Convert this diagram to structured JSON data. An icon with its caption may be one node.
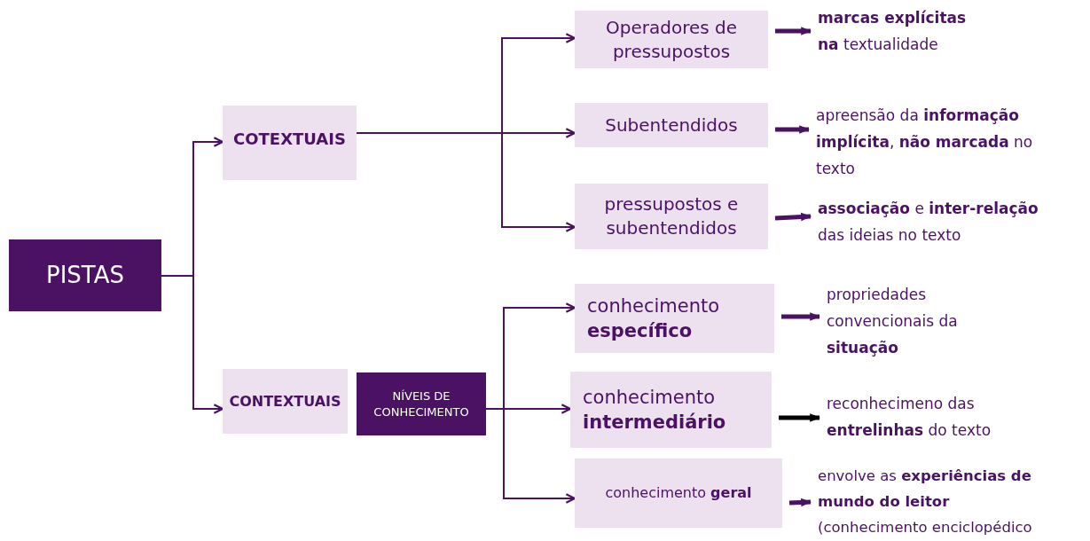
{
  "diagram": {
    "nodes": [
      {
        "text": [
          "PISTAS"
        ]
      },
      {
        "text": [
          "COTEXTUAIS"
        ]
      },
      {
        "text": [
          "CONTEXTUAIS"
        ]
      },
      {
        "text": [
          "NÍVEIS DE CONHECIMENTO"
        ]
      },
      {
        "text": [
          "Operadores de pressupostos"
        ]
      },
      {
        "text": [
          "Subentendidos"
        ]
      },
      {
        "text": [
          "pressupostos e subentendidos"
        ]
      },
      {
        "text": [
          "conhecimento **específico**"
        ]
      },
      {
        "text": [
          "conhecimento **intermediário**"
        ]
      },
      {
        "text": [
          "conhecimento **geral**"
        ]
      },
      {
        "text": [
          "**marcas explícitas na** textualidade"
        ]
      },
      {
        "text": [
          "apreensão da **informação implícita**, **não marcada** no texto"
        ]
      },
      {
        "text": [
          "**associação** e **inter-relação** das ideias no texto"
        ]
      },
      {
        "text": [
          "propriedades convencionais da **situação**"
        ]
      },
      {
        "text": [
          "reconhecimeno das **entrelinhas** do texto"
        ]
      },
      {
        "text": [
          "envolve as **experiências de mundo do leitor** (conhecimento enciclopédico"
        ]
      }
    ],
    "edges": [
      {
        "from": 0,
        "to": 1,
        "arrow": "to"
      },
      {
        "from": 0,
        "to": 2,
        "arrow": "to"
      },
      {
        "from": 1,
        "to": 4,
        "arrow": "to"
      },
      {
        "from": 1,
        "to": 5,
        "arrow": "to"
      },
      {
        "from": 1,
        "to": 6,
        "arrow": "to"
      },
      {
        "from": 3,
        "to": 7,
        "arrow": "to"
      },
      {
        "from": 3,
        "to": 8,
        "arrow": "to"
      },
      {
        "from": 3,
        "to": 9,
        "arrow": "to"
      },
      {
        "from": 4,
        "to": 10,
        "arrow": "to",
        "style": "thick"
      },
      {
        "from": 5,
        "to": 11,
        "arrow": "to",
        "style": "thick"
      },
      {
        "from": 6,
        "to": 12,
        "arrow": "to",
        "style": "thick"
      },
      {
        "from": 7,
        "to": 13,
        "arrow": "to",
        "style": "thick"
      },
      {
        "from": 8,
        "to": 14,
        "arrow": "to",
        "style": "thick",
        "color": "#000000"
      },
      {
        "from": 9,
        "to": 15,
        "arrow": "to",
        "style": "thick"
      }
    ]
  }
}
